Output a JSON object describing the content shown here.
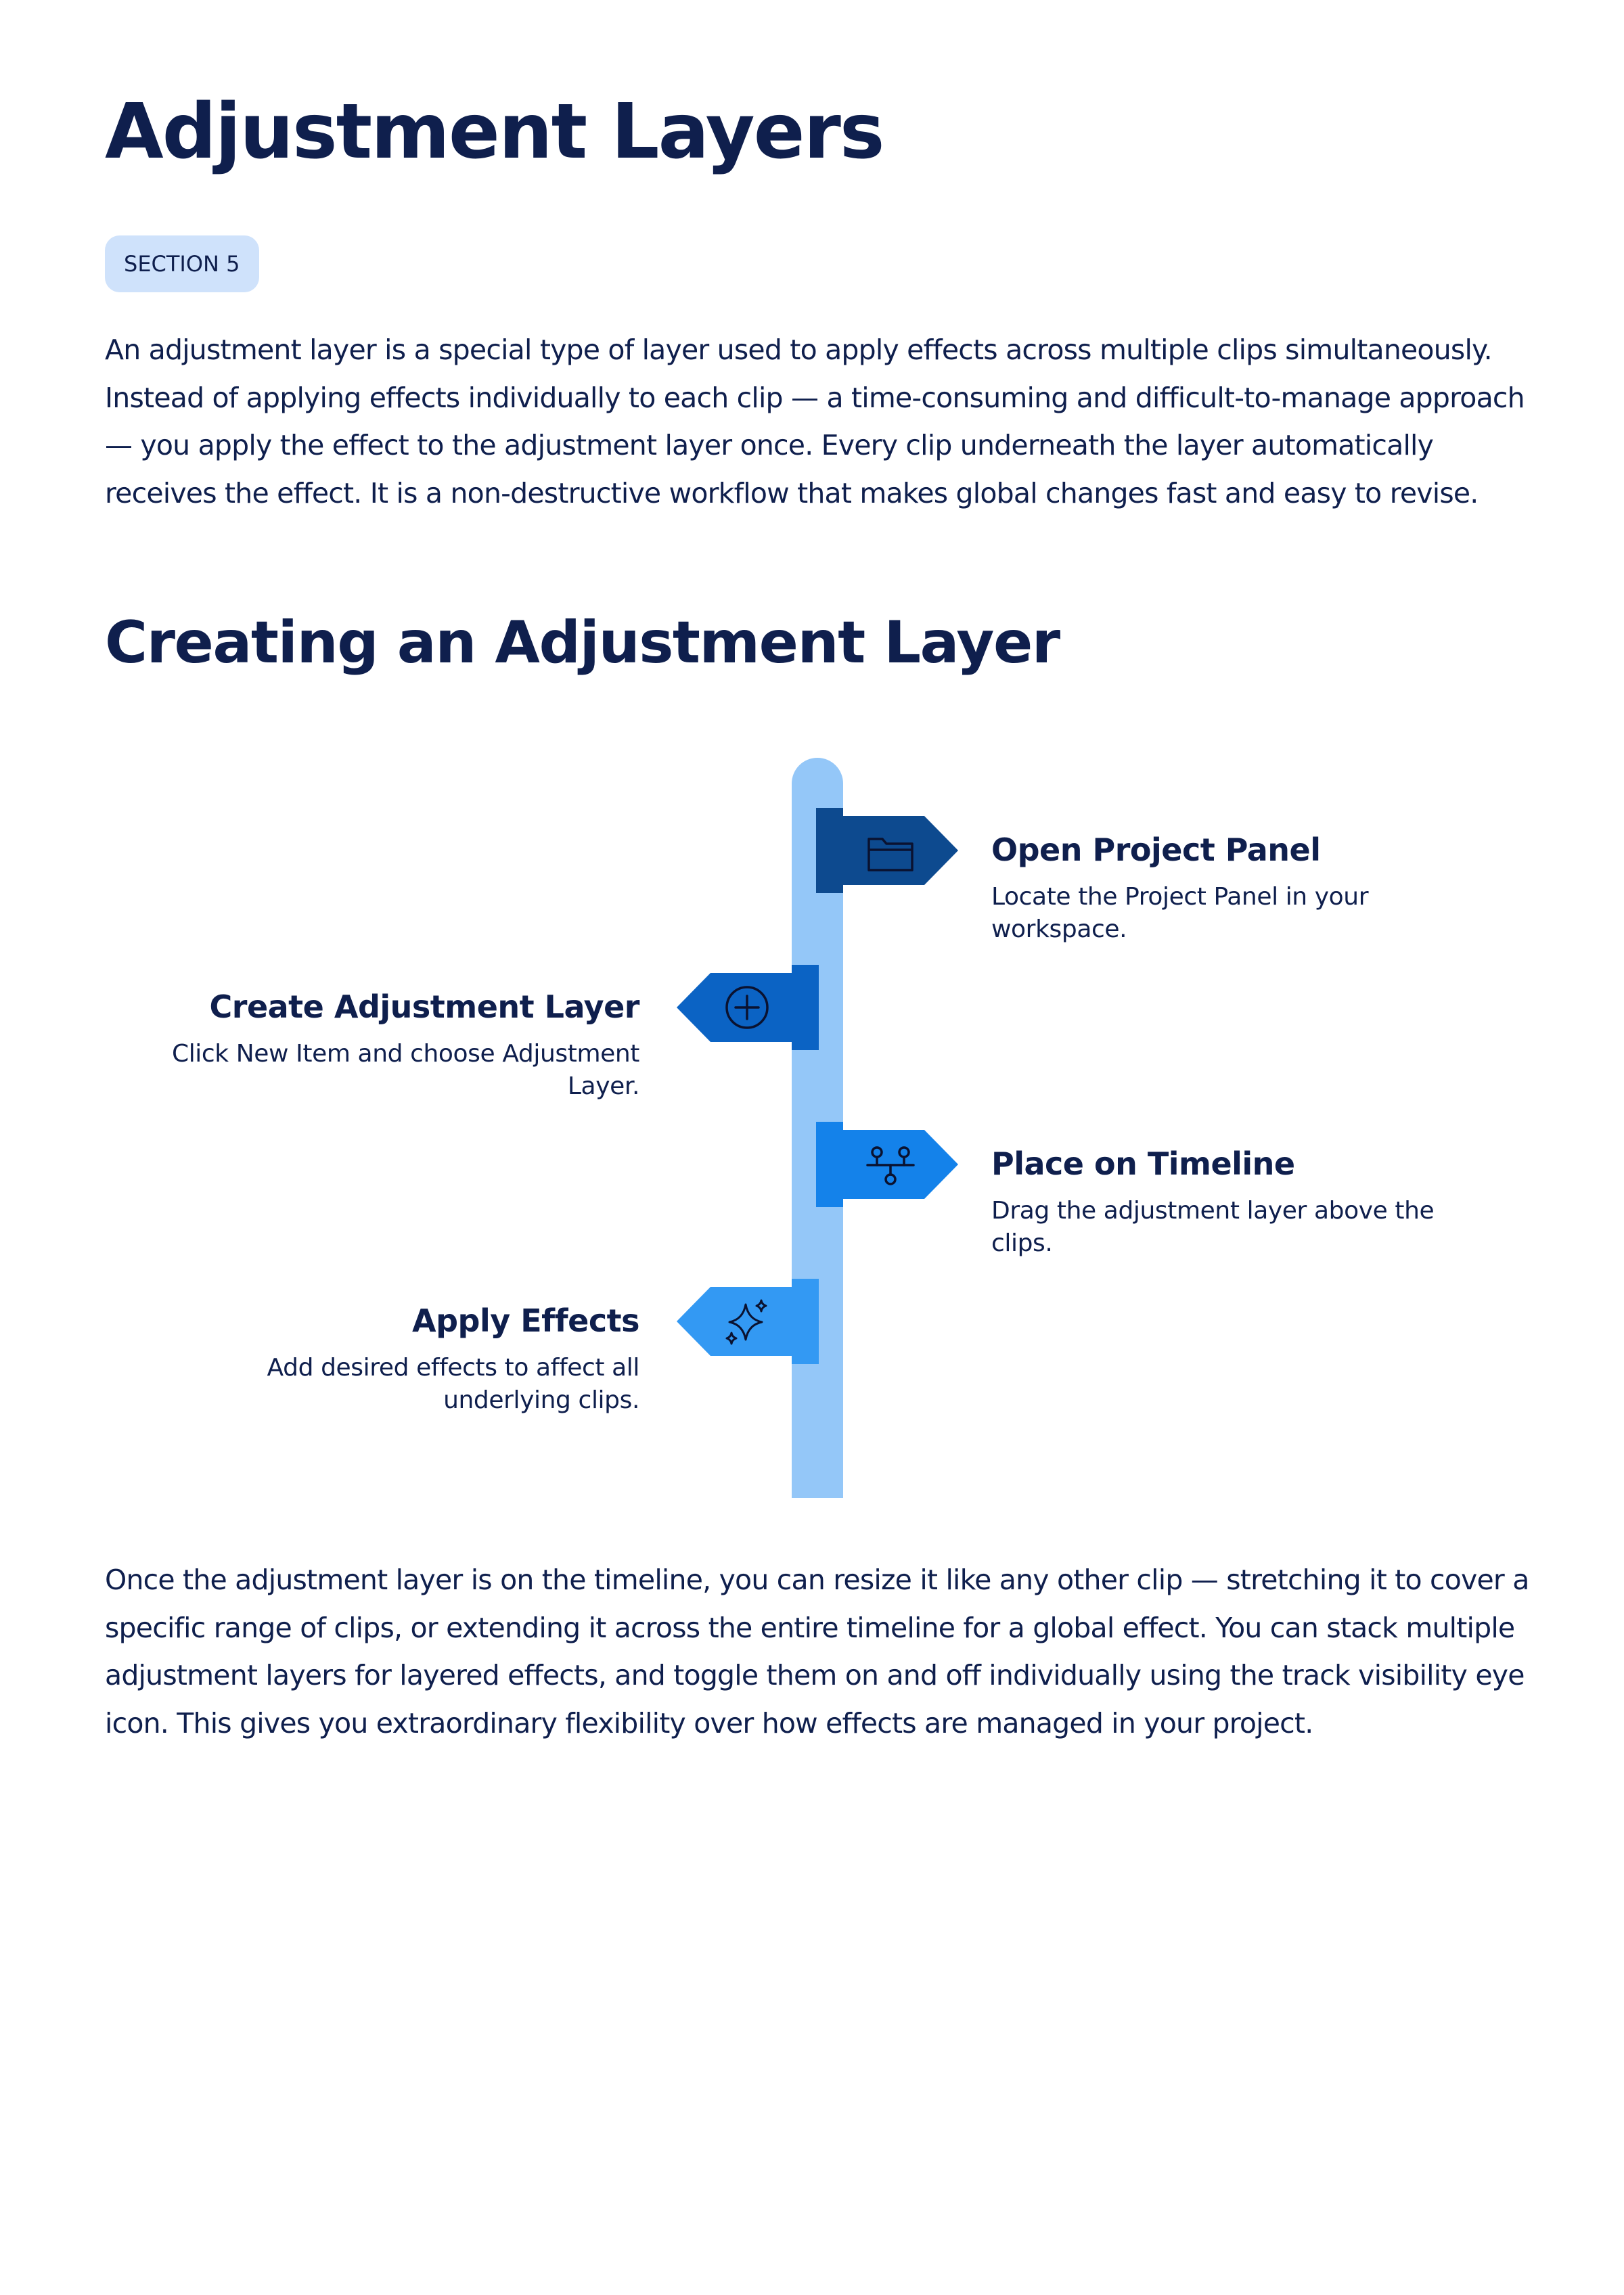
{
  "page": {
    "title": "Adjustment Layers",
    "section_badge": "SECTION 5",
    "intro": "An adjustment layer is a special type of layer used to apply effects across multiple clips simultaneously. Instead of applying effects individually to each clip — a time-consuming and difficult-to-manage approach — you apply the effect to the adjustment layer once. Every clip underneath the layer automatically receives the effect. It is a non-destructive workflow that makes global changes fast and easy to revise.",
    "subheading": "Creating an Adjustment Layer",
    "outro": "Once the adjustment layer is on the timeline, you can resize it like any other clip — stretching it to cover a specific range of clips, or extending it across the entire timeline for a global effect. You can stack multiple adjustment layers for layered effects, and toggle them on and off individually using the track visibility eye icon. This gives you extraordinary flexibility over how effects are managed in your project."
  },
  "timeline": {
    "spine_color": "#94c7f8",
    "steps": [
      {
        "title": "Open Project Panel",
        "description": "Locate the Project Panel in your workspace.",
        "icon": "folder-icon",
        "side": "right",
        "color": "#0d4a8f"
      },
      {
        "title": "Create Adjustment Layer",
        "description": "Click New Item and choose Adjustment Layer.",
        "icon": "plus-circle-icon",
        "side": "left",
        "color": "#0b63c4"
      },
      {
        "title": "Place on Timeline",
        "description": "Drag the adjustment layer above the clips.",
        "icon": "timeline-nodes-icon",
        "side": "right",
        "color": "#1482ea"
      },
      {
        "title": "Apply Effects",
        "description": "Add desired effects to affect all underlying clips.",
        "icon": "sparkles-icon",
        "side": "left",
        "color": "#3399f3"
      }
    ]
  }
}
